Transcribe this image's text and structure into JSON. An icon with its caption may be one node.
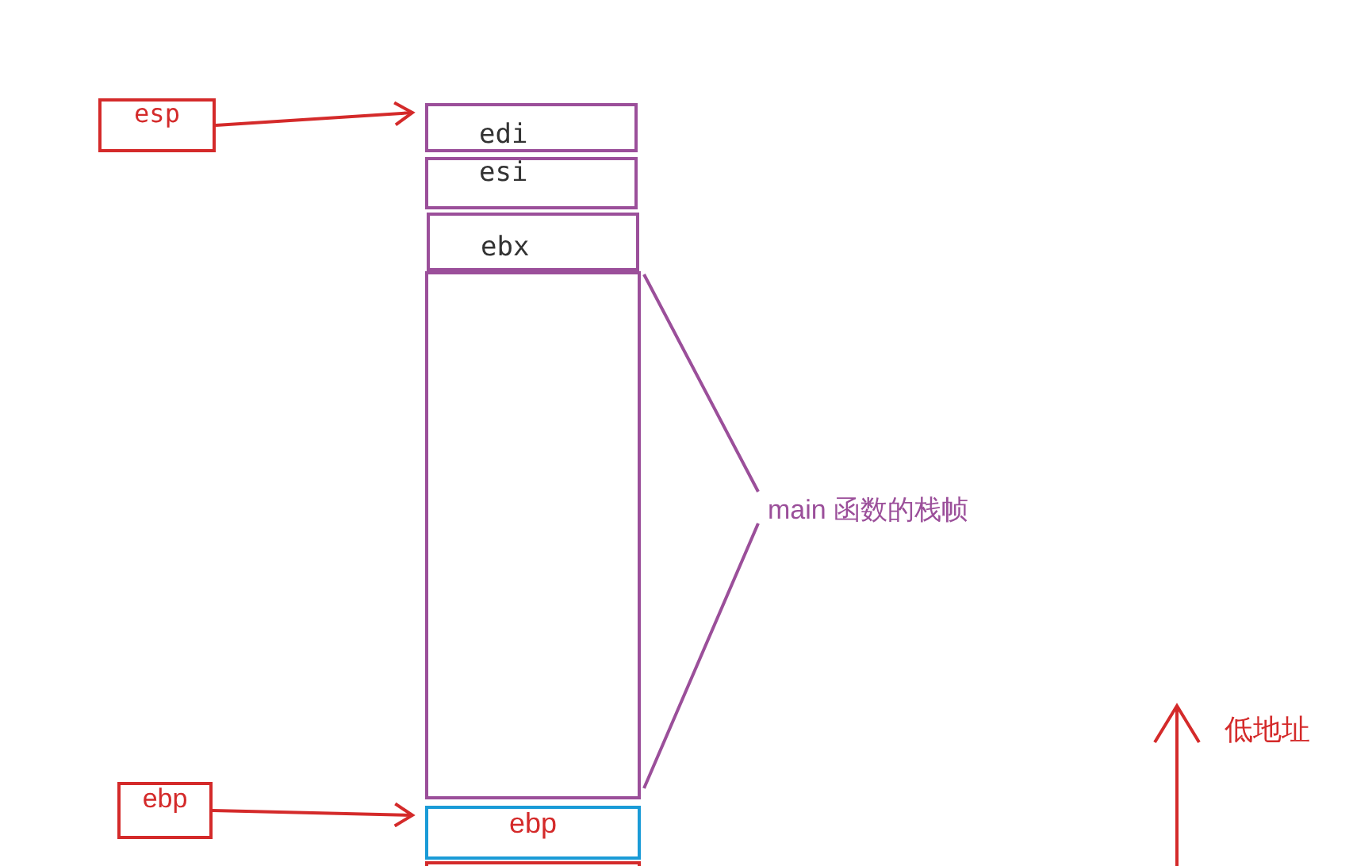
{
  "diagram": {
    "nodes": [
      {
        "text": [
          "esp"
        ]
      },
      {
        "text": [
          "edi"
        ]
      },
      {
        "text": [
          "esi"
        ]
      },
      {
        "text": [
          "ebx"
        ]
      },
      {
        "text": [],
        "shape": "box"
      },
      {
        "text": [
          "ebp"
        ]
      },
      {
        "text": [
          "ebp"
        ]
      },
      {
        "text": [],
        "shape": "box"
      }
    ],
    "edges": [
      {
        "from": 0,
        "to": 1,
        "arrow": "to"
      },
      {
        "from": 5,
        "to": 6,
        "arrow": "to"
      }
    ],
    "labels": [
      "main 函数的栈帧",
      "低地址"
    ]
  }
}
